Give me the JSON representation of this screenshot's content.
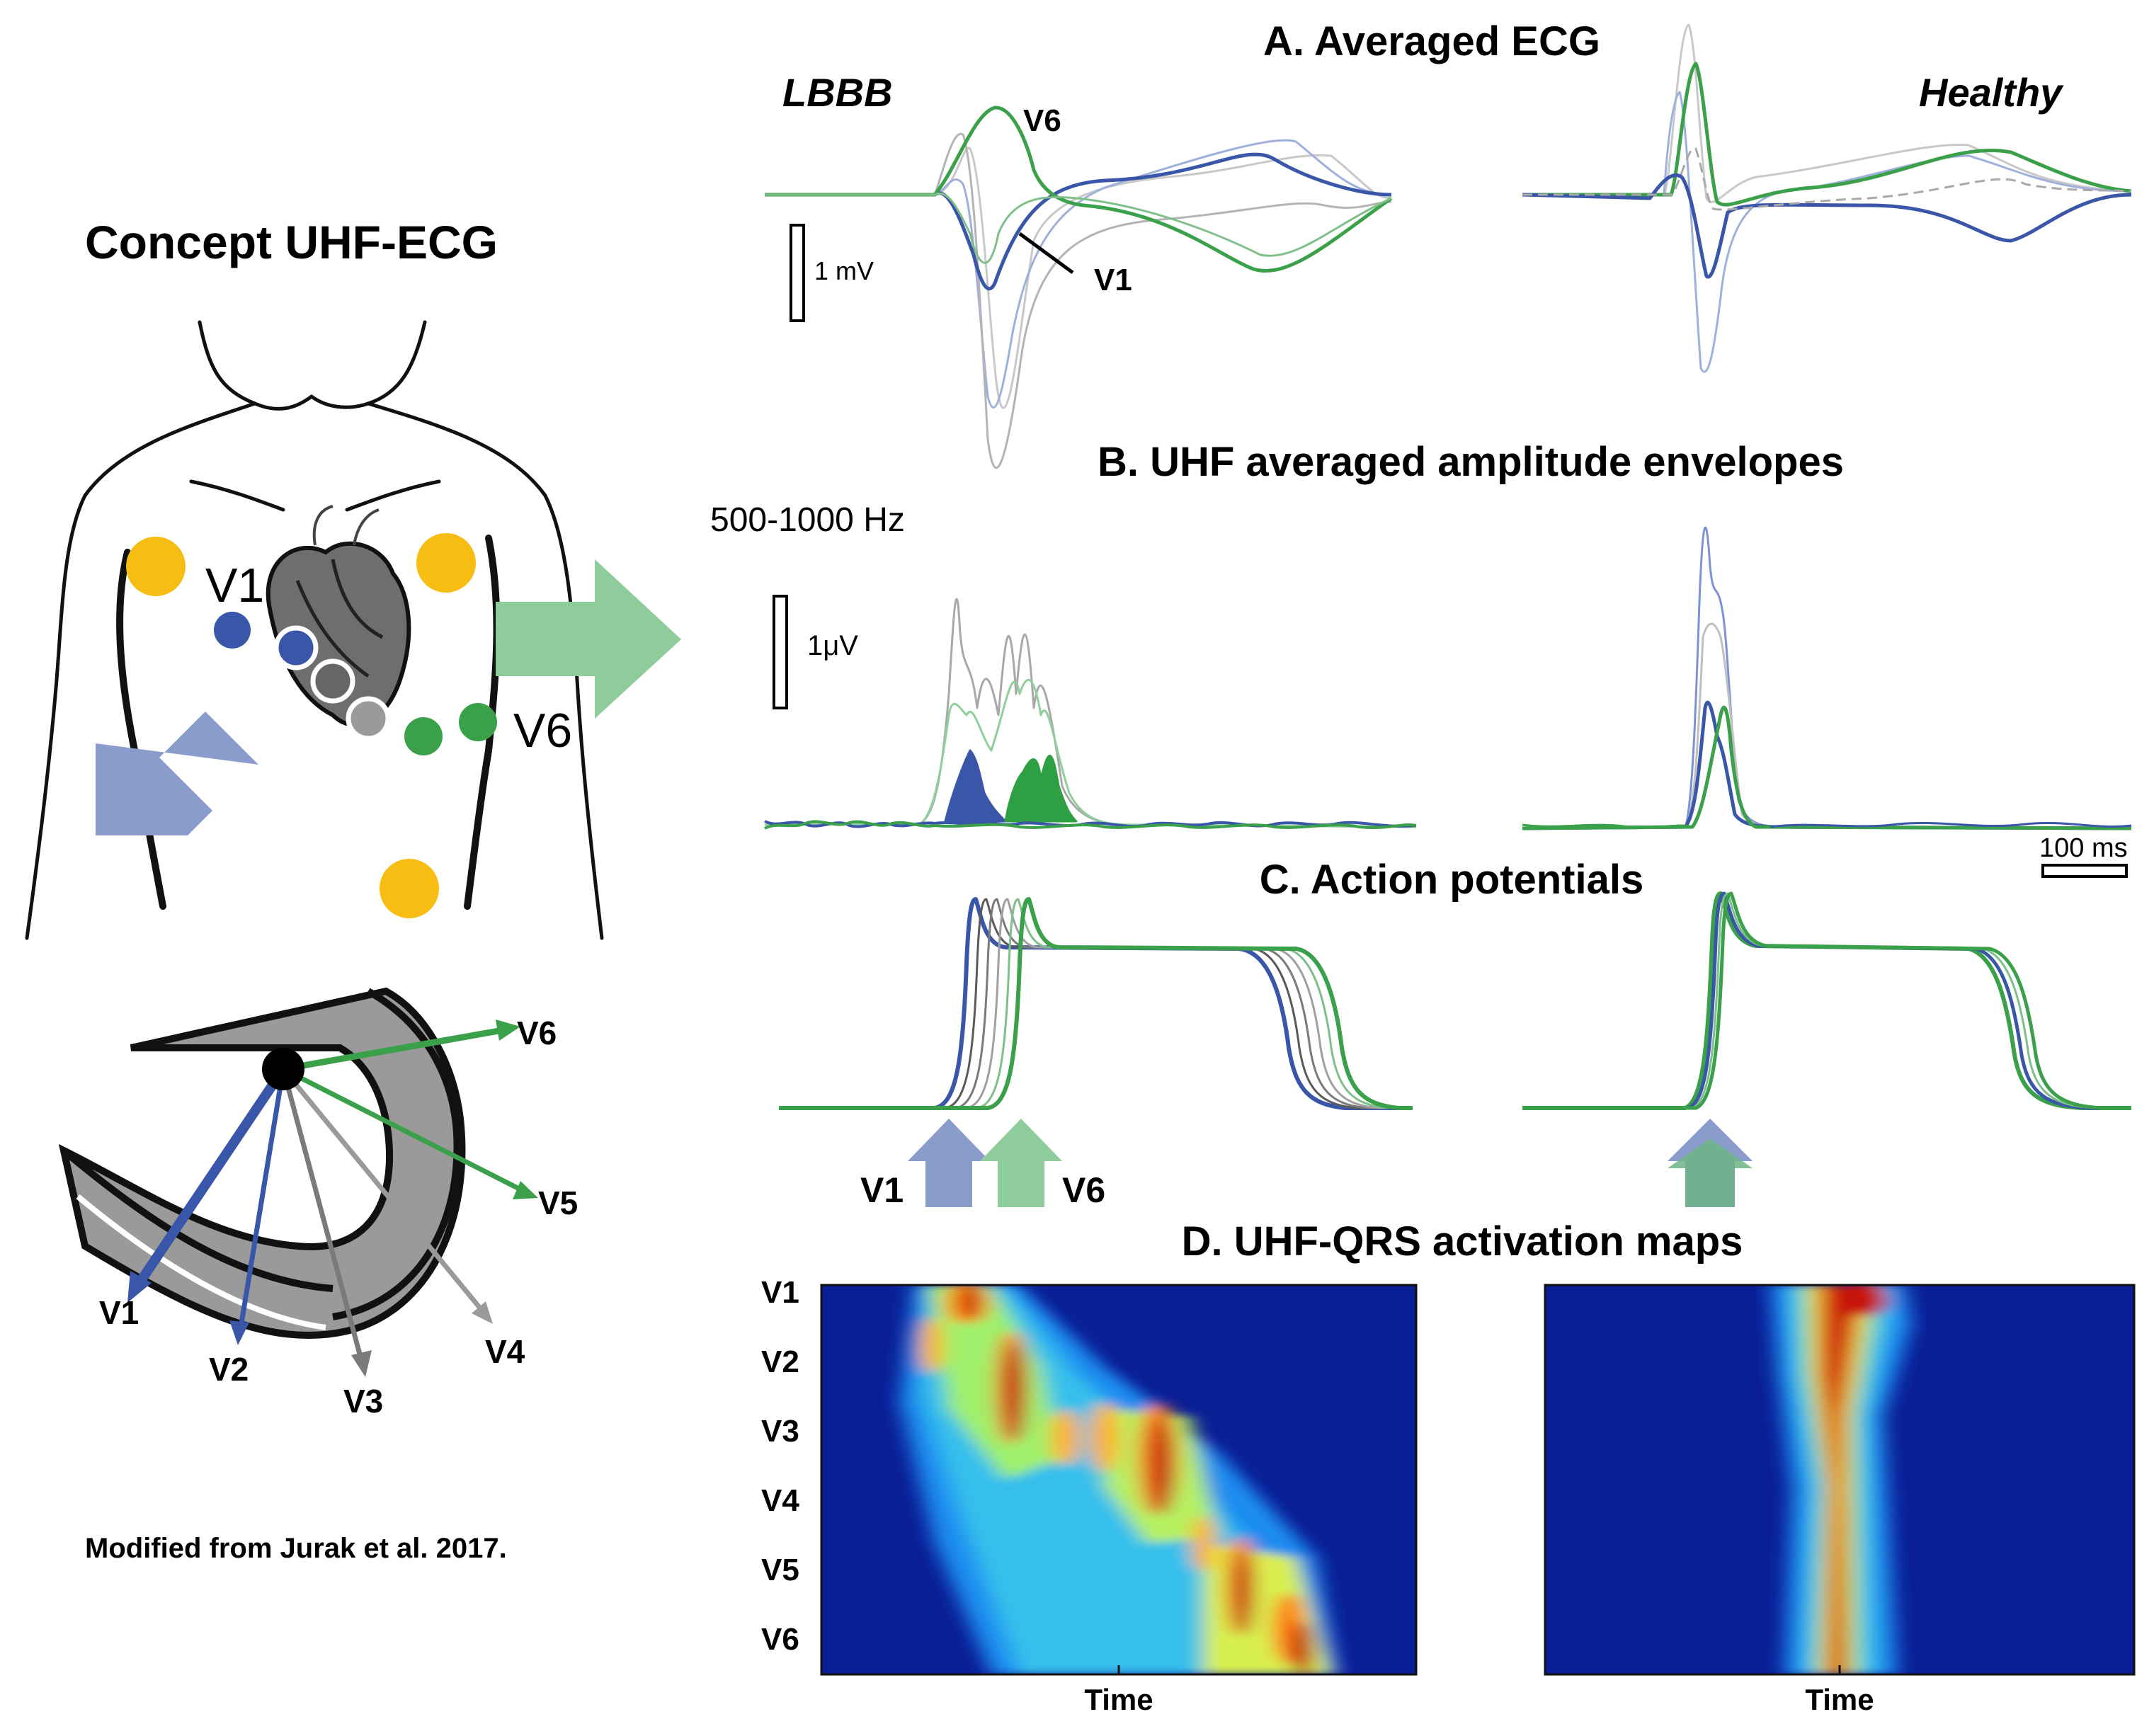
{
  "left_panel": {
    "title": "Concept UHF-ECG",
    "chest_labels": {
      "v1": "V1",
      "v6": "V6"
    },
    "fan_labels": [
      "V1",
      "V2",
      "V3",
      "V4",
      "V5",
      "V6"
    ],
    "credit": "Modified from Jurak et al. 2017."
  },
  "panel_a": {
    "title": "A. Averaged ECG",
    "left_label": "LBBB",
    "right_label": "Healthy",
    "trace_label_v6": "V6",
    "trace_label_v1": "V1",
    "scale_label": "1 mV"
  },
  "panel_b": {
    "title": "B. UHF averaged amplitude envelopes",
    "band_label": "500-1000 Hz",
    "scale_label": "1μV",
    "time_scale_label": "100 ms"
  },
  "panel_c": {
    "title": "C. Action potentials",
    "arrow_label_v1": "V1",
    "arrow_label_v6": "V6"
  },
  "panel_d": {
    "title": "D. UHF-QRS activation maps",
    "row_labels": [
      "V1",
      "V2",
      "V3",
      "V4",
      "V5",
      "V6"
    ],
    "x_label_left": "Time",
    "x_label_right": "Time"
  },
  "colors": {
    "v1_blue": "#3a56a8",
    "v6_green": "#3aa04a",
    "grey": "#8a8a8a",
    "electrode_yellow": "#f8bd12",
    "arrow_blue": "#8a9ccc",
    "arrow_green": "#8fcc9c",
    "map_background": "#0a1e96"
  }
}
